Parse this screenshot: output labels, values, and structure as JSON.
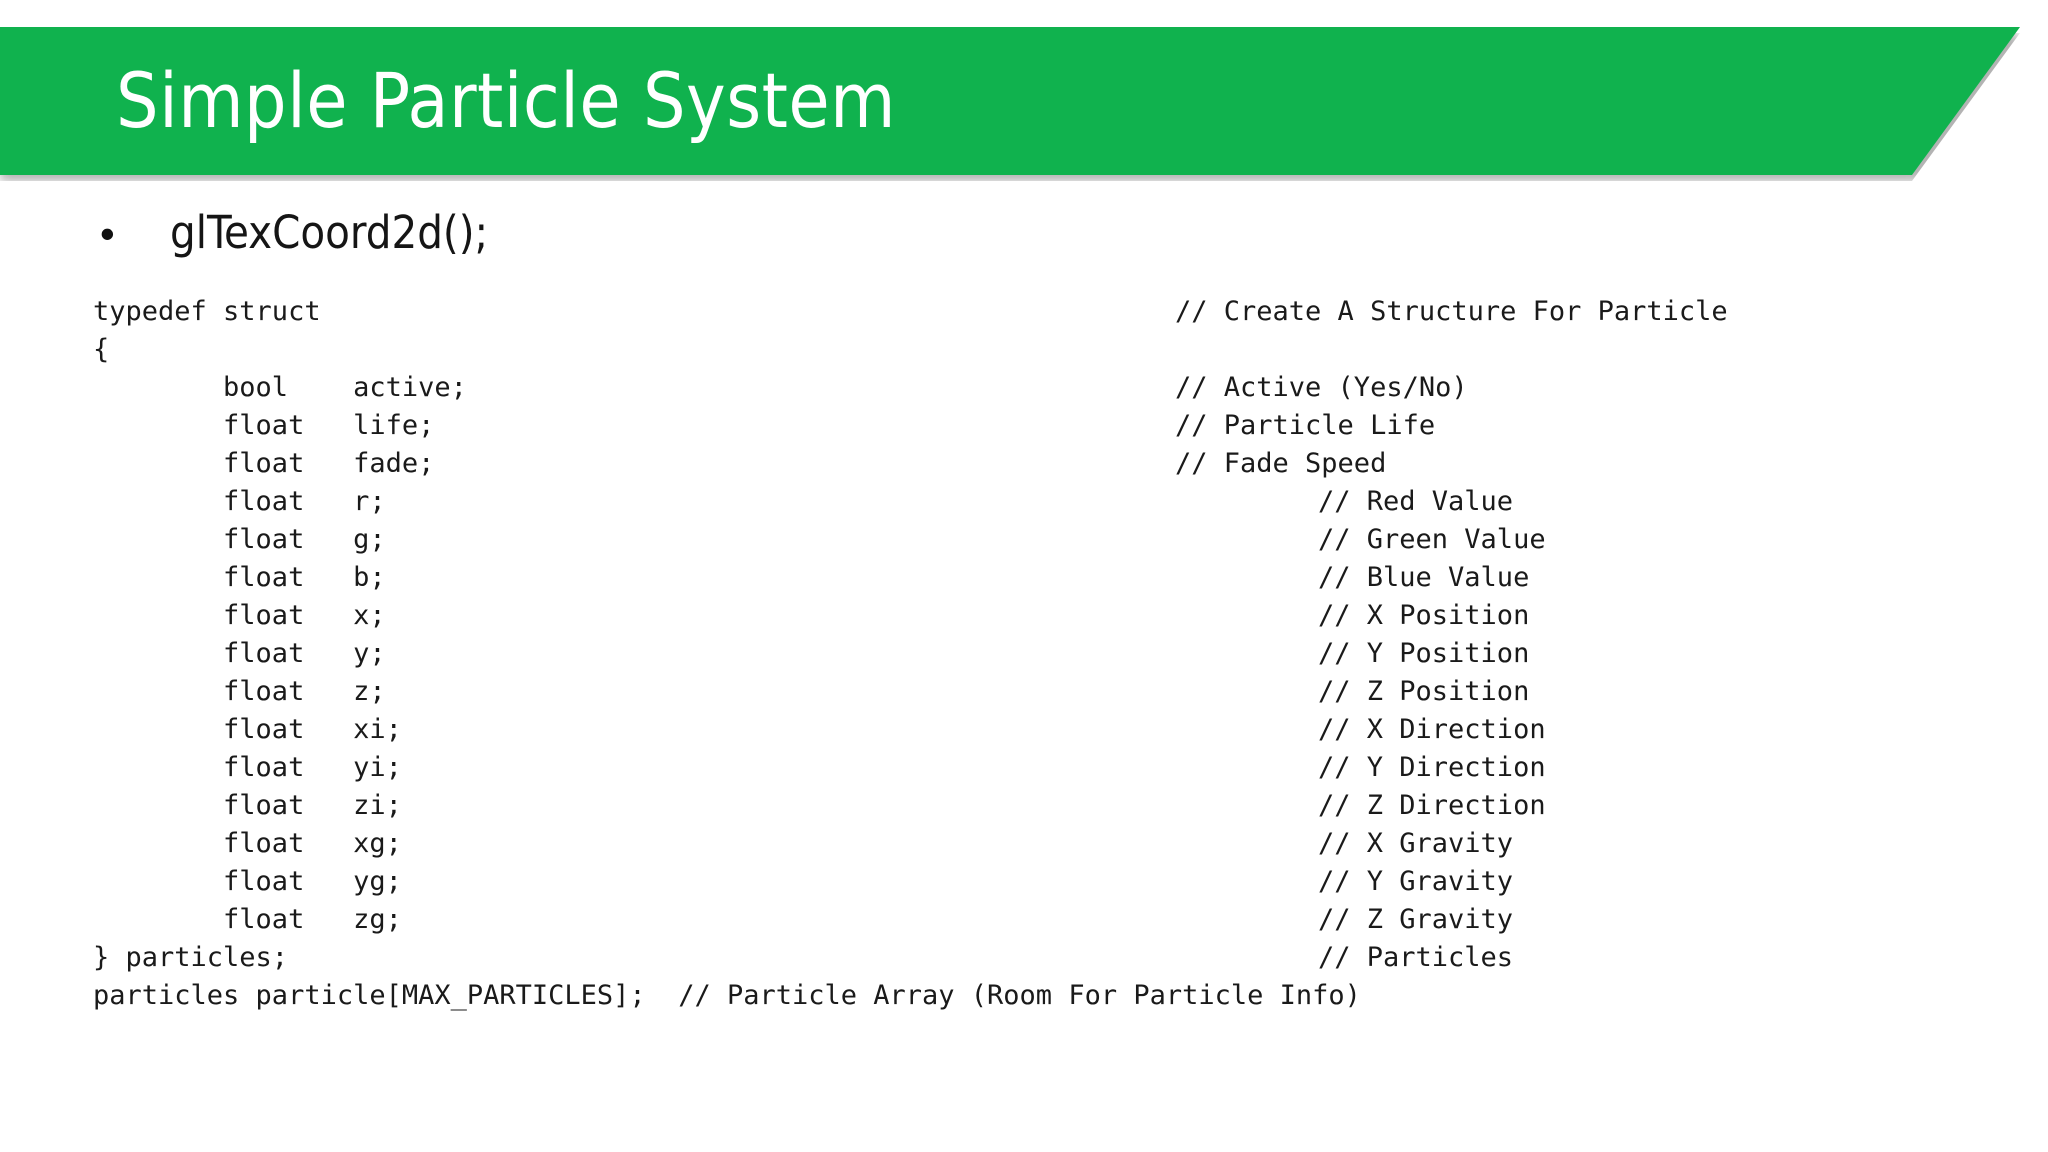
{
  "slide": {
    "title": "Simple Particle System",
    "accent_color": "#10B24E",
    "background_color": "#FFFFFF",
    "text_color": "#1A1A1A",
    "title_color": "#FFFFFF"
  },
  "bullet": {
    "marker": "•",
    "text": "glTexCoord2d();"
  },
  "code": {
    "lines": [
      {
        "decl": "typedef struct",
        "comment": "// Create A Structure For Particle",
        "comment_col": "a"
      },
      {
        "decl": "{",
        "comment": "",
        "comment_col": "a"
      },
      {
        "decl": "        bool    active;",
        "comment": "// Active (Yes/No)",
        "comment_col": "a"
      },
      {
        "decl": "        float   life;",
        "comment": "// Particle Life",
        "comment_col": "a"
      },
      {
        "decl": "        float   fade;",
        "comment": "// Fade Speed",
        "comment_col": "a"
      },
      {
        "decl": "        float   r;",
        "comment": "// Red Value",
        "comment_col": "b"
      },
      {
        "decl": "        float   g;",
        "comment": "// Green Value",
        "comment_col": "b"
      },
      {
        "decl": "        float   b;",
        "comment": "// Blue Value",
        "comment_col": "b"
      },
      {
        "decl": "        float   x;",
        "comment": "// X Position",
        "comment_col": "b"
      },
      {
        "decl": "        float   y;",
        "comment": "// Y Position",
        "comment_col": "b"
      },
      {
        "decl": "        float   z;",
        "comment": "// Z Position",
        "comment_col": "b"
      },
      {
        "decl": "        float   xi;",
        "comment": "// X Direction",
        "comment_col": "b"
      },
      {
        "decl": "        float   yi;",
        "comment": "// Y Direction",
        "comment_col": "b"
      },
      {
        "decl": "        float   zi;",
        "comment": "// Z Direction",
        "comment_col": "b"
      },
      {
        "decl": "        float   xg;",
        "comment": "// X Gravity",
        "comment_col": "b"
      },
      {
        "decl": "        float   yg;",
        "comment": "// Y Gravity",
        "comment_col": "b"
      },
      {
        "decl": "        float   zg;",
        "comment": "// Z Gravity",
        "comment_col": "b"
      },
      {
        "decl": "} particles;",
        "comment": "// Particles",
        "comment_col": "b"
      },
      {
        "decl": "particles particle[MAX_PARTICLES];  // Particle Array (Room For Particle Info)",
        "comment": "",
        "comment_col": "a"
      }
    ]
  }
}
